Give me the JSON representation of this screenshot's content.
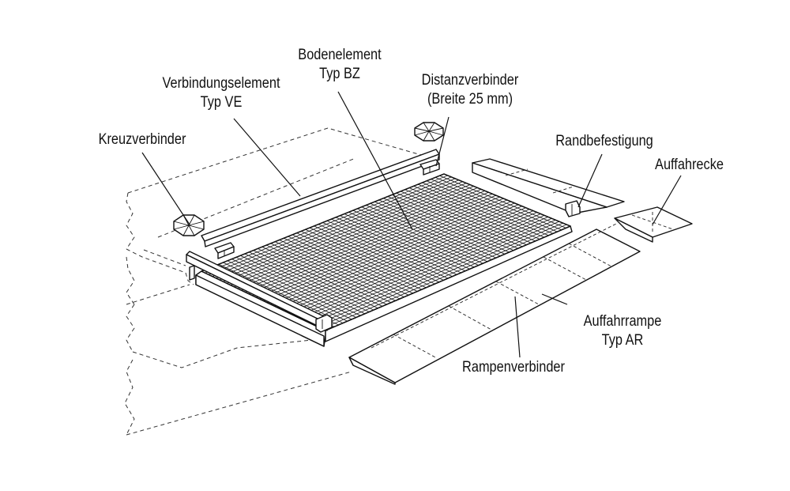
{
  "labels": {
    "bodenelement_l1": "Bodenelement",
    "bodenelement_l2": "Typ BZ",
    "verbindung_l1": "Verbindungselement",
    "verbindung_l2": "Typ VE",
    "distanz_l1": "Distanzverbinder",
    "distanz_l2": "(Breite 25 mm)",
    "kreuz": "Kreuzverbinder",
    "rand": "Randbefestigung",
    "auffahrecke": "Auffahrecke",
    "rampe_l1": "Auffahrrampe",
    "rampe_l2": "Typ AR",
    "rampenverbinder": "Rampenverbinder"
  },
  "colors": {
    "line": "#111111",
    "background": "#ffffff"
  }
}
